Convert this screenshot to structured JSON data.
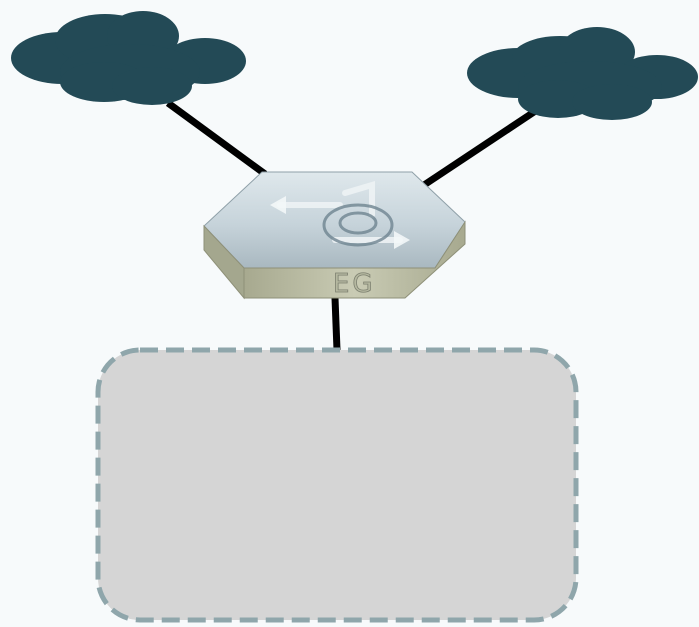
{
  "diagram": {
    "nodes": [
      {
        "id": "cloud-left",
        "kind": "cloud",
        "label": ""
      },
      {
        "id": "cloud-right",
        "kind": "cloud",
        "label": ""
      },
      {
        "id": "router",
        "kind": "router",
        "label": "EG"
      },
      {
        "id": "network-zone",
        "kind": "zone",
        "label": ""
      }
    ],
    "links": [
      {
        "from": "cloud-left",
        "to": "router"
      },
      {
        "from": "cloud-right",
        "to": "router"
      },
      {
        "from": "router",
        "to": "network-zone"
      }
    ]
  },
  "colors": {
    "background": "#f7fafb",
    "cloud": "#234a56",
    "link": "#000000",
    "zone_fill": "#d5d5d5",
    "zone_border": "#8fa6ab",
    "router_top": "#c9d6dd",
    "router_side": "#b9bba6"
  }
}
